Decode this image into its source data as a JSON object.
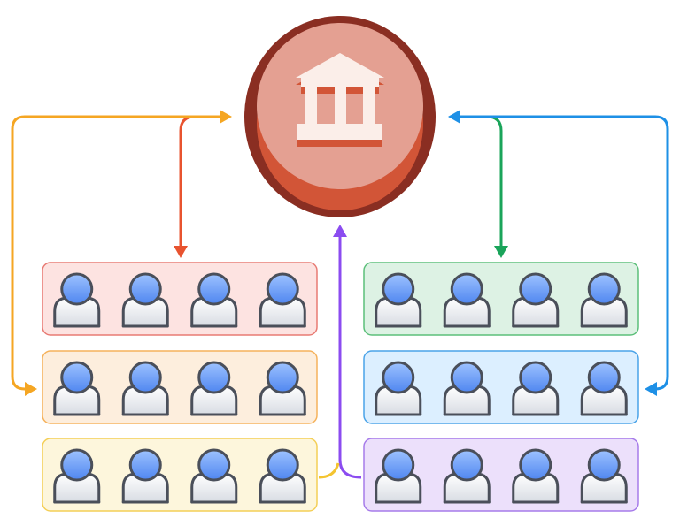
{
  "center_node": {
    "icon": "bank-icon"
  },
  "groups": [
    {
      "id": "red",
      "column": "left",
      "row": 0,
      "fill": "#fde3e1",
      "stroke": "#e87b74",
      "members": 4
    },
    {
      "id": "orange",
      "column": "left",
      "row": 1,
      "fill": "#fdeedd",
      "stroke": "#f5b25c",
      "members": 4
    },
    {
      "id": "yellow",
      "column": "left",
      "row": 2,
      "fill": "#fdf6dc",
      "stroke": "#f4cf57",
      "members": 4
    },
    {
      "id": "green",
      "column": "right",
      "row": 0,
      "fill": "#ddf2e4",
      "stroke": "#5cbf7a",
      "members": 4
    },
    {
      "id": "blue",
      "column": "right",
      "row": 1,
      "fill": "#dcefff",
      "stroke": "#4aa3e8",
      "members": 4
    },
    {
      "id": "purple",
      "column": "right",
      "row": 2,
      "fill": "#ece0fb",
      "stroke": "#a67bea",
      "members": 4
    }
  ],
  "person_icon": "person-icon",
  "connectors": [
    {
      "id": "red-link",
      "color": "#e8532f",
      "direction": "bidirectional",
      "from": "bank",
      "to": "red"
    },
    {
      "id": "orange-link",
      "color": "#f5a623",
      "direction": "bidirectional",
      "from": "bank",
      "to": "orange"
    },
    {
      "id": "green-link",
      "color": "#1aa45a",
      "direction": "bidirectional",
      "from": "bank",
      "to": "green"
    },
    {
      "id": "blue-link",
      "color": "#1e90e6",
      "direction": "bidirectional",
      "from": "bank",
      "to": "blue"
    },
    {
      "id": "purple-link",
      "color": "#8b4cf0",
      "direction": "to-bank",
      "from": "purple",
      "to": "bank"
    },
    {
      "id": "yellow-link",
      "color": "#f4c430",
      "direction": "none",
      "from": "yellow",
      "to": "purple"
    }
  ],
  "colors": {
    "bank_outer": "#8a2e22",
    "bank_inner": "#e4a092",
    "bank_shadow": "#d25537",
    "bank_icon": "#fbeee9",
    "person_body": "#eef0f3",
    "person_head": "#6f9df7",
    "person_outline": "#4a4f5a"
  }
}
